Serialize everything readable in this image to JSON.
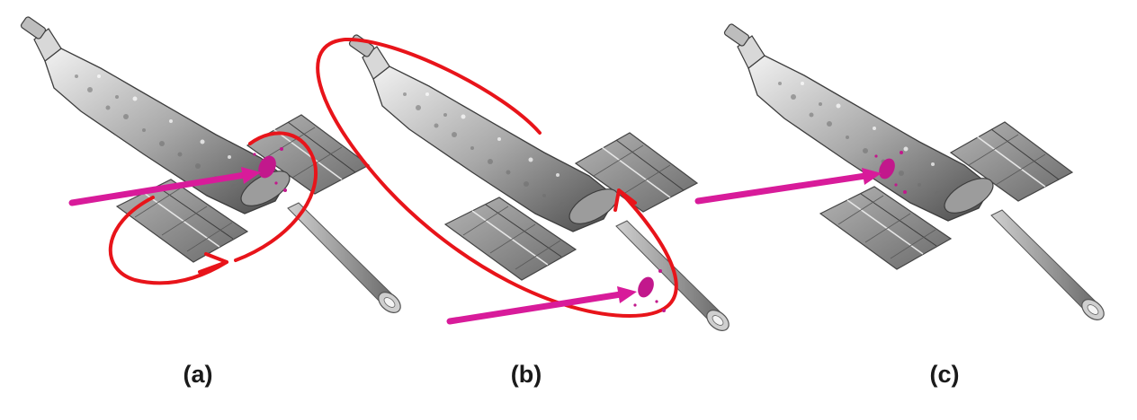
{
  "figure": {
    "panels": [
      {
        "id": "a",
        "label": "(a)",
        "orbit": "small-loop"
      },
      {
        "id": "b",
        "label": "(b)",
        "orbit": "large-loop"
      },
      {
        "id": "c",
        "label": "(c)",
        "orbit": "none"
      }
    ],
    "colors": {
      "background": "#ffffff",
      "orbit_arrow": "#e8141a",
      "pointer_arrow": "#d81b9a",
      "highlight_blob": "#c2188c",
      "satellite_body": "#9a9a9a",
      "solar_panel": "#8f8f8f"
    },
    "icons": [
      "satellite-icon",
      "orbit-arrow-icon",
      "pointer-arrow-icon"
    ]
  }
}
